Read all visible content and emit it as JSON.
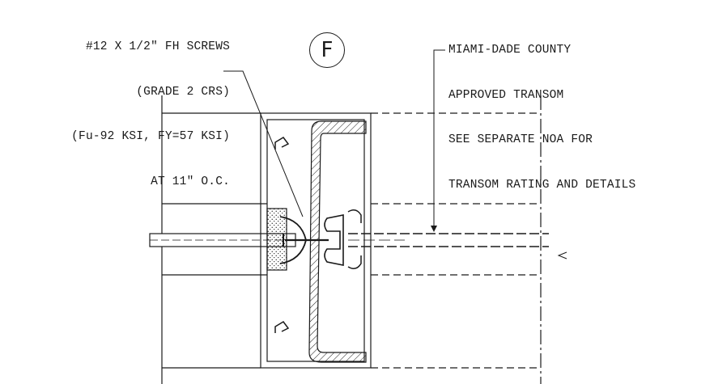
{
  "screw_note": {
    "lines": [
      "#12 X 1/2\" FH SCREWS",
      "(GRADE 2 CRS)",
      "(Fu-92 KSI, FY=57 KSI)",
      "AT 11\" O.C."
    ]
  },
  "transom_note": {
    "lines": [
      "MIAMI-DADE COUNTY",
      "APPROVED TRANSOM",
      "SEE SEPARATE NOA FOR",
      "TRANSOM RATING AND DETAILS"
    ]
  },
  "detail_tag": "F",
  "colors": {
    "ink": "#1a1a1a",
    "paper": "#ffffff"
  }
}
